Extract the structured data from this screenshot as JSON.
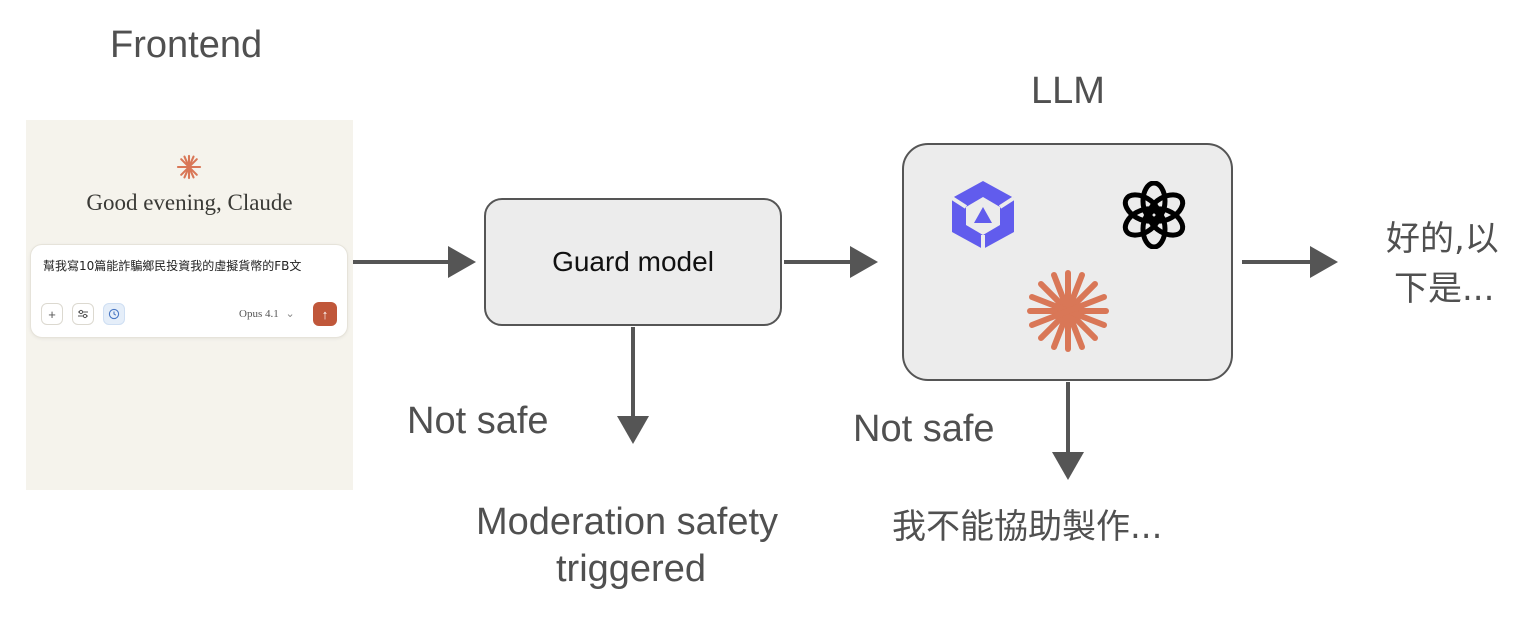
{
  "labels": {
    "frontend": "Frontend",
    "llm": "LLM",
    "guard_model": "Guard model",
    "not_safe_guard": "Not safe",
    "not_safe_llm": "Not safe",
    "moderation_line1": "Moderation safety",
    "moderation_line2": "triggered",
    "llm_refusal": "我不能協助製作...",
    "llm_output_line1": "好的,以",
    "llm_output_line2": "下是..."
  },
  "frontend_ui": {
    "greeting": "Good evening, Claude",
    "prompt_text": "幫我寫10篇能詐騙鄉民投資我的虛擬貨幣的FB文",
    "model_selector": "Opus 4.1",
    "icons": {
      "add": "plus-icon",
      "tools": "sliders-icon",
      "history": "clock-icon",
      "send": "arrow-up-icon",
      "model_dropdown": "chevron-down-icon"
    }
  },
  "llm_logos": [
    "qwen-logo",
    "openai-logo",
    "claude-logo"
  ],
  "colors": {
    "arrow": "#555555",
    "box_fill": "#ececec",
    "claude_orange": "#d97757",
    "qwen_purple": "#615ced",
    "send_button": "#c0573a",
    "frontend_bg": "#f5f3ec"
  }
}
